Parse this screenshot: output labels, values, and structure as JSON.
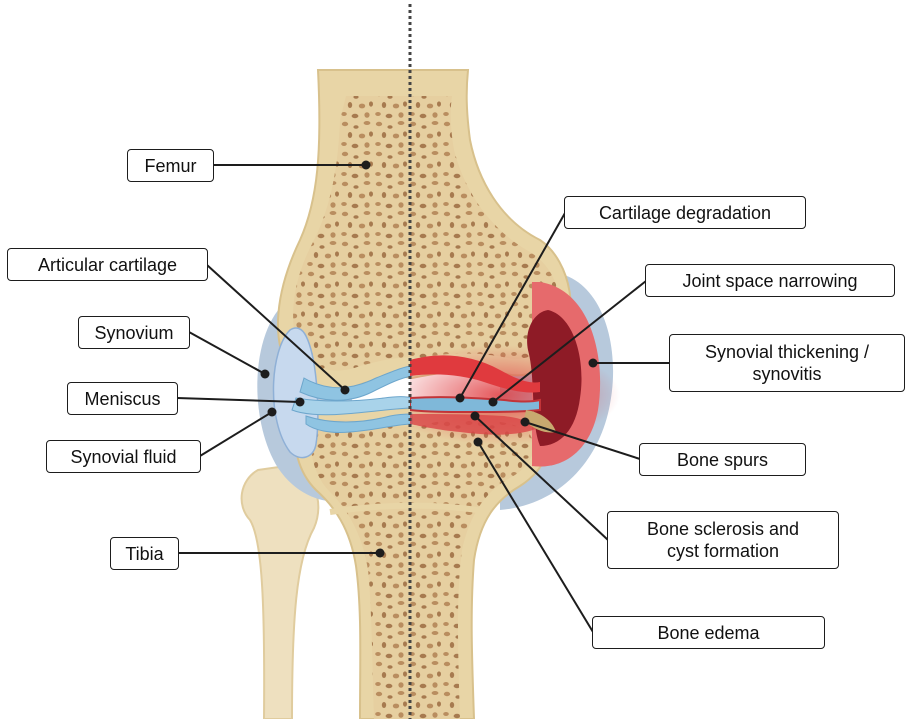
{
  "labels": {
    "femur": "Femur",
    "articular_cartilage": "Articular cartilage",
    "synovium": "Synovium",
    "meniscus": "Meniscus",
    "synovial_fluid": "Synovial fluid",
    "tibia": "Tibia",
    "cartilage_degradation": "Cartilage degradation",
    "joint_space_narrowing": "Joint space narrowing",
    "synovial_thickening": "Synovial thickening /\nsynovitis",
    "bone_spurs": "Bone spurs",
    "bone_sclerosis": "Bone sclerosis and\ncyst formation",
    "bone_edema": "Bone edema"
  },
  "colors": {
    "bone": "#e8d5a6",
    "bone_outline": "#d8c18c",
    "marrow_spot": "#b98d5f",
    "synovial_capsule": "#b7c9dc",
    "synovial_fluid": "#c7d9ee",
    "cartilage": "#8fc4e2",
    "inflammation": "#e03a3e",
    "synovitis_dark": "#8e1b26",
    "divider": "#444444",
    "leader": "#1d1d1d"
  }
}
